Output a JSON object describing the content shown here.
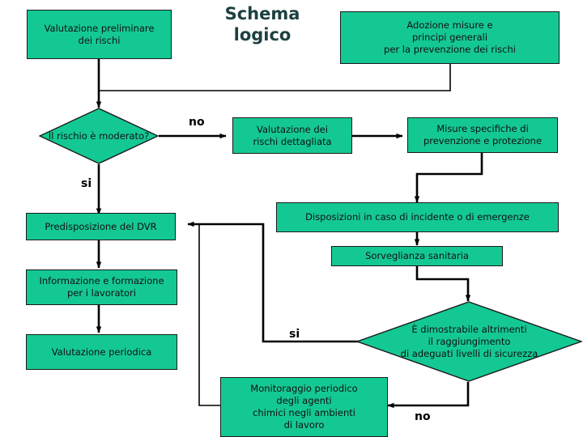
{
  "title": {
    "line1": "Schema",
    "line2": "logico",
    "color": "#1d4040"
  },
  "theme": {
    "node_fill": "#14C894",
    "node_border": "#1a1a1a",
    "edge_color": "#000000",
    "text_color": "#111111"
  },
  "nodes": [
    {
      "id": "valutazione-preliminare",
      "label": "Valutazione preliminare\ndei rischi",
      "shape": "rect"
    },
    {
      "id": "adozione-misure",
      "label": "Adozione misure e\nprincipi generali\nper la prevenzione dei rischi",
      "shape": "rect"
    },
    {
      "id": "rischio-moderato",
      "label": "Il rischio è moderato?",
      "shape": "diamond"
    },
    {
      "id": "valutazione-dettagliata",
      "label": "Valutazione dei\nrischi dettagliata",
      "shape": "rect"
    },
    {
      "id": "misure-specifiche",
      "label": "Misure specifiche di\nprevenzione e protezione",
      "shape": "rect"
    },
    {
      "id": "predisposizione-dvr",
      "label": "Predisposizione del DVR",
      "shape": "rect"
    },
    {
      "id": "disposizioni-emergenze",
      "label": "Disposizioni in caso di incidente o di emergenze",
      "shape": "rect"
    },
    {
      "id": "informazione-formazione",
      "label": "Informazione e formazione\nper i lavoratori",
      "shape": "rect"
    },
    {
      "id": "sorveglianza-sanitaria",
      "label": "Sorveglianza sanitaria",
      "shape": "rect"
    },
    {
      "id": "valutazione-periodica",
      "label": "Valutazione periodica",
      "shape": "rect"
    },
    {
      "id": "dimostrabile-altrimenti",
      "label": "È dimostrabile altrimenti\nil raggiungimento\ndi adeguati livelli di sicurezza",
      "shape": "diamond"
    },
    {
      "id": "monitoraggio-periodico",
      "label": "Monitoraggio periodico\ndegli agenti\nchimici negli ambienti\ndi lavoro",
      "shape": "rect"
    }
  ],
  "edge_labels": [
    {
      "id": "no-top",
      "text": "no"
    },
    {
      "id": "si-left",
      "text": "si"
    },
    {
      "id": "si-bottom",
      "text": "si"
    },
    {
      "id": "no-bottom",
      "text": "no"
    }
  ]
}
